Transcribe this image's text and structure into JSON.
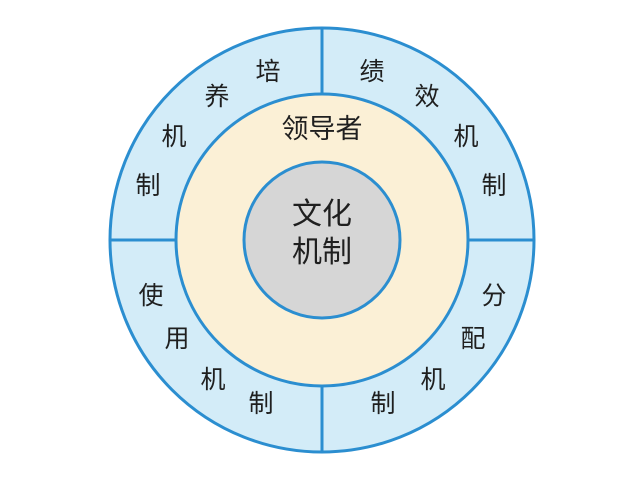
{
  "diagram": {
    "core": {
      "line1": "文化",
      "line2": "机制"
    },
    "middle_ring": {
      "label": "领导者"
    },
    "outer_ring": {
      "quadrants": [
        {
          "id": "top-left",
          "label": "培养机制",
          "chars": [
            "培",
            "养",
            "机",
            "制"
          ]
        },
        {
          "id": "top-right",
          "label": "绩效机制",
          "chars": [
            "绩",
            "效",
            "机",
            "制"
          ]
        },
        {
          "id": "bottom-left",
          "label": "使用机制",
          "chars": [
            "使",
            "用",
            "机",
            "制"
          ]
        },
        {
          "id": "bottom-right",
          "label": "分配机制",
          "chars": [
            "分",
            "配",
            "机",
            "制"
          ]
        }
      ]
    },
    "colors": {
      "outer_ring_fill": "#d3ecf8",
      "middle_ring_fill": "#fbf0d6",
      "core_fill": "#d6d6d6",
      "stroke": "#2b8ed0"
    }
  }
}
